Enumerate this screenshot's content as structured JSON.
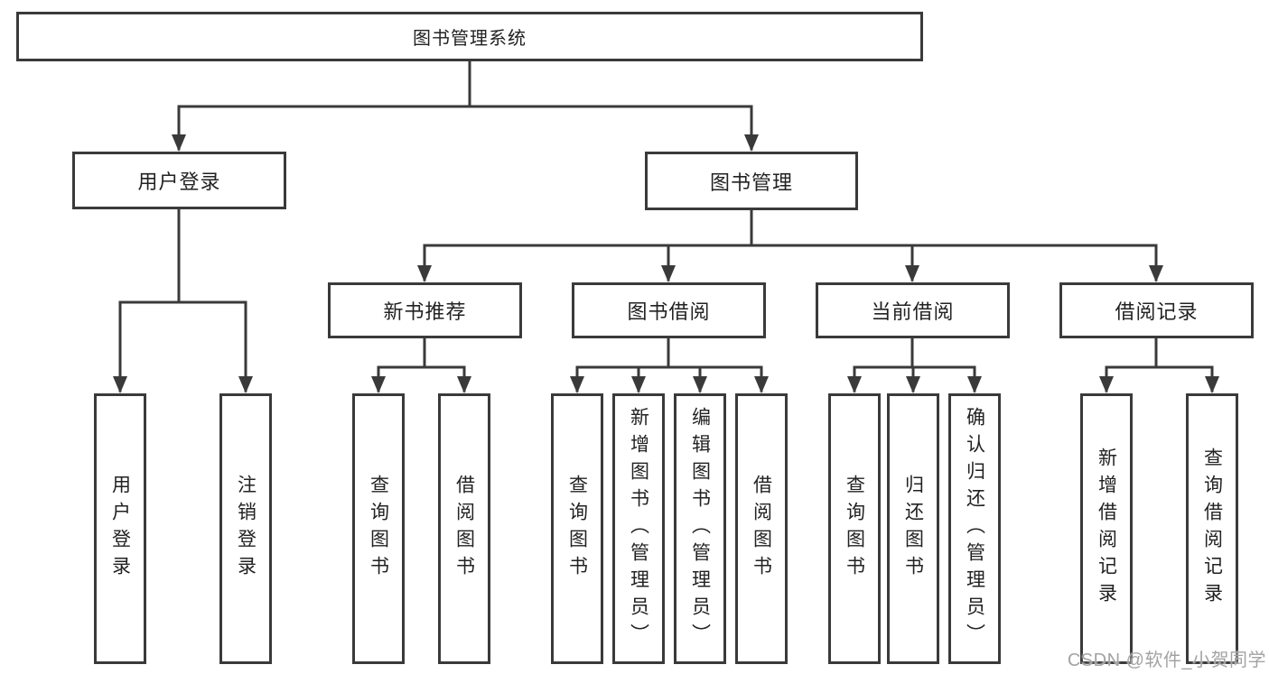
{
  "tree": {
    "root": {
      "label": "图书管理系统"
    },
    "user_login": {
      "label": "用户登录",
      "children": [
        "用户登录",
        "注销登录"
      ]
    },
    "book_management": {
      "label": "图书管理",
      "sections": [
        {
          "label": "新书推荐",
          "children": [
            "查询图书",
            "借阅图书"
          ]
        },
        {
          "label": "图书借阅",
          "children": [
            "查询图书",
            "新增图书（管理员）",
            "编辑图书（管理员）",
            "借阅图书"
          ]
        },
        {
          "label": "当前借阅",
          "children": [
            "查询图书",
            "归还图书",
            "确认归还（管理员）"
          ]
        },
        {
          "label": "借阅记录",
          "children": [
            "新增借阅记录",
            "查询借阅记录"
          ]
        }
      ]
    }
  },
  "watermark": "CSDN @软件_小贺同学",
  "colors": {
    "line": "#3a3a3a",
    "text": "#222222",
    "watermark": "#a3a3a3",
    "background": "#ffffff"
  }
}
